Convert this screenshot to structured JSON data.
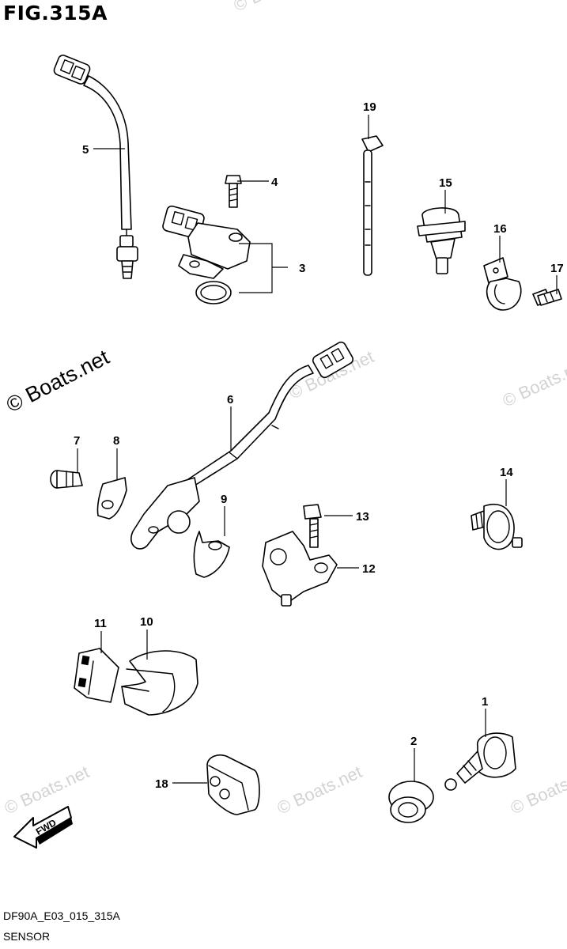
{
  "figure": {
    "title": "FIG.315A",
    "code": "DF90A_E03_015_315A",
    "name": "SENSOR"
  },
  "watermark": {
    "main": "© Boats.net",
    "faint": "© Boats.net"
  },
  "direction_marker": "FWD",
  "callouts": {
    "p1": "1",
    "p2": "2",
    "p3": "3",
    "p4": "4",
    "p5": "5",
    "p6": "6",
    "p7": "7",
    "p8": "8",
    "p9": "9",
    "p10": "10",
    "p11": "11",
    "p12": "12",
    "p13": "13",
    "p14": "14",
    "p15": "15",
    "p16": "16",
    "p17": "17",
    "p18": "18",
    "p19": "19"
  }
}
